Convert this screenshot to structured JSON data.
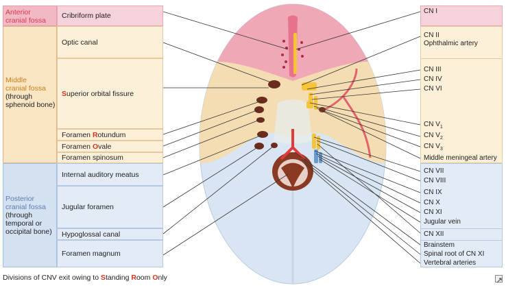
{
  "left": {
    "anterior": {
      "name_line1": "Anterior",
      "name_line2": "cranial fossa"
    },
    "middle": {
      "name_line1": "Middle",
      "name_line2": "cranial fossa",
      "sub_line1": "(through",
      "sub_line2": "sphenoid bone)"
    },
    "posterior": {
      "name_line1": "Posterior",
      "name_line2": "cranial fossa",
      "sub_line1": "(through",
      "sub_line2": "temporal or",
      "sub_line3": "occipital bone)"
    },
    "openings": {
      "cribriform": "Cribriform plate",
      "optic": "Optic canal",
      "sof_first": "S",
      "sof_rest": "uperior orbital fissure",
      "rotundum_a": "Foramen ",
      "rotundum_b": "R",
      "rotundum_c": "otundum",
      "ovale_a": "Foramen ",
      "ovale_b": "O",
      "ovale_c": "vale",
      "spinosum": "Foramen spinosum",
      "iam": "Internal auditory meatus",
      "jugular": "Jugular foramen",
      "hypoglossal": "Hypoglossal canal",
      "magnum": "Foramen magnum"
    }
  },
  "right": {
    "cn1": "CN I",
    "cn2": "CN II",
    "ophthalmic": "Ophthalmic artery",
    "cn3": "CN III",
    "cn4": "CN IV",
    "cn6": "CN VI",
    "cn5_1": "CN V",
    "cn5_1_sub": "1",
    "cn5_2": "CN V",
    "cn5_2_sub": "2",
    "cn5_3": "CN V",
    "cn5_3_sub": "3",
    "mma": "Middle meningeal artery",
    "cn7": "CN VII",
    "cn8": "CN VIII",
    "cn9": "CN IX",
    "cn10": "CN X",
    "cn11": "CN XI",
    "jugvein": "Jugular vein",
    "cn12": "CN XII",
    "brainstem": "Brainstem",
    "spinal11": "Spinal root of CN XI",
    "vertebral": "Vertebral arteries"
  },
  "footer": {
    "t1": "Divisions of CNV exit owing to ",
    "s": "S",
    "t2": "tanding ",
    "r": "R",
    "t3": "oom ",
    "o": "O",
    "t4": "nly"
  },
  "colors": {
    "anterior": "#f2b8c3",
    "middle": "#fbe6c4",
    "posterior": "#d3e1f1",
    "accent_red": "#d9331f",
    "nerve": "#f7c33b"
  },
  "icons": {
    "corner": "expand-icon"
  }
}
